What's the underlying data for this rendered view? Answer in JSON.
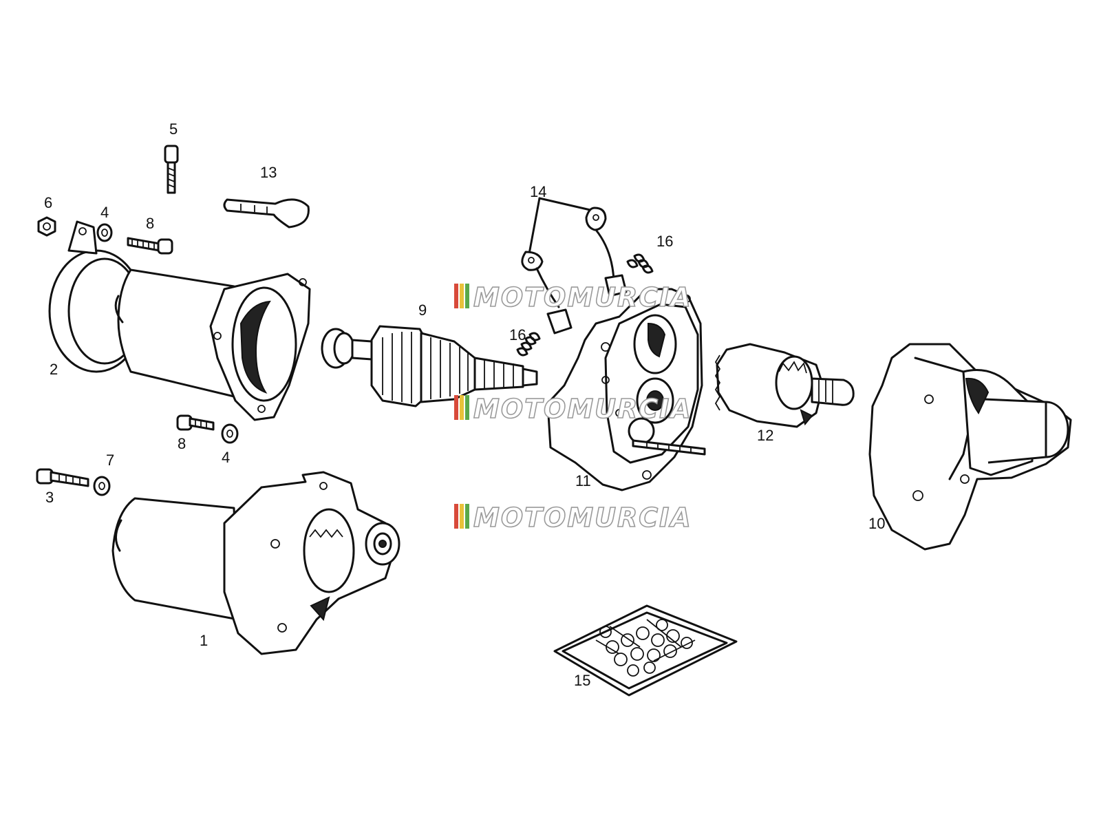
{
  "watermark": {
    "text": "MOTOMURCIA",
    "stripe_colors": [
      "#d84a3a",
      "#e8c23a",
      "#5aa84a"
    ],
    "outline_color": "#9a9a9a"
  },
  "callouts": {
    "c1": "1",
    "c2": "2",
    "c3": "3",
    "c4a": "4",
    "c4b": "4",
    "c5": "5",
    "c6": "6",
    "c7": "7",
    "c8a": "8",
    "c8b": "8",
    "c9": "9",
    "c10": "10",
    "c11": "11",
    "c12": "12",
    "c13": "13",
    "c14": "14",
    "c15": "15",
    "c16a": "16",
    "c16b": "16"
  },
  "parts": [
    {
      "ref": "1",
      "icon": "starter-motor-assembly"
    },
    {
      "ref": "2",
      "icon": "motor-housing-yoke"
    },
    {
      "ref": "3",
      "icon": "long-bolt"
    },
    {
      "ref": "4",
      "icon": "washer"
    },
    {
      "ref": "5",
      "icon": "bolt"
    },
    {
      "ref": "6",
      "icon": "nut"
    },
    {
      "ref": "7",
      "icon": "washer"
    },
    {
      "ref": "8",
      "icon": "screw"
    },
    {
      "ref": "9",
      "icon": "armature"
    },
    {
      "ref": "10",
      "icon": "drive-end-cover"
    },
    {
      "ref": "11",
      "icon": "brush-holder-plate"
    },
    {
      "ref": "12",
      "icon": "pinion-drive"
    },
    {
      "ref": "13",
      "icon": "rubber-cap"
    },
    {
      "ref": "14",
      "icon": "brush-with-lead"
    },
    {
      "ref": "15",
      "icon": "small-parts-kit"
    },
    {
      "ref": "16",
      "icon": "brush-spring"
    }
  ]
}
